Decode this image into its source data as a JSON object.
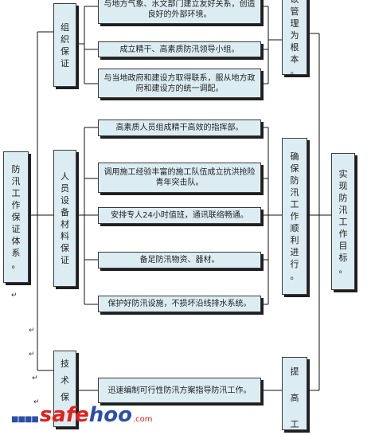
{
  "root": {
    "chars": [
      "防",
      "汛",
      "工",
      "作",
      "保",
      "证",
      "体",
      "系",
      "。"
    ]
  },
  "groups": [
    {
      "id": "org",
      "chars": [
        "组",
        "织",
        "保",
        "证"
      ]
    },
    {
      "id": "personnel",
      "chars": [
        "人",
        "员",
        "设",
        "备",
        "材",
        "料",
        "保",
        "证"
      ]
    },
    {
      "id": "tech",
      "chars": [
        "技",
        "术",
        "保"
      ]
    }
  ],
  "measures": [
    {
      "group": "org",
      "text": "与地方气象、水文部门建立友好关系，创造良好的外部环境。"
    },
    {
      "group": "org",
      "text": "成立精干、高素质防汛领导小组。"
    },
    {
      "group": "org",
      "text": "与当地政府和建设方取得联系，服从地方政府和建设方的统一调配。"
    },
    {
      "group": "personnel",
      "text": "高素质人员组成精干高效的指挥部。"
    },
    {
      "group": "personnel",
      "text": "调用施工经验丰富的施工队伍成立抗洪抢险青年突击队。"
    },
    {
      "group": "personnel",
      "text": "安排专人24小时值班，通讯联络畅通。"
    },
    {
      "group": "personnel",
      "text": "备足防汛物资、器材。"
    },
    {
      "group": "personnel",
      "text": "保护好防汛设施，不损坏沿线排水系统。"
    },
    {
      "group": "tech",
      "text": "迅速编制可行性防汛方案指导防汛工作。"
    }
  ],
  "outcomes": [
    {
      "chars": [
        "以",
        "管",
        "理",
        "为",
        "根",
        "本",
        "。"
      ]
    },
    {
      "chars": [
        "确",
        "保",
        "防",
        "汛",
        "工",
        "作",
        "顺",
        "利",
        "进",
        "行",
        "。"
      ]
    },
    {
      "chars": [
        "提",
        "高",
        "工"
      ]
    }
  ],
  "goal": {
    "chars": [
      "实",
      "现",
      "防",
      "汛",
      "工",
      "作",
      "目",
      "标",
      "。"
    ]
  },
  "watermark": {
    "part1": "safe",
    "part2": "hoo",
    "suffix": ".com"
  },
  "colors": {
    "box_fill": "#dcecf3",
    "line": "#111111",
    "brand_red": "#e0201b",
    "brand_blue": "#2b4fa8"
  }
}
